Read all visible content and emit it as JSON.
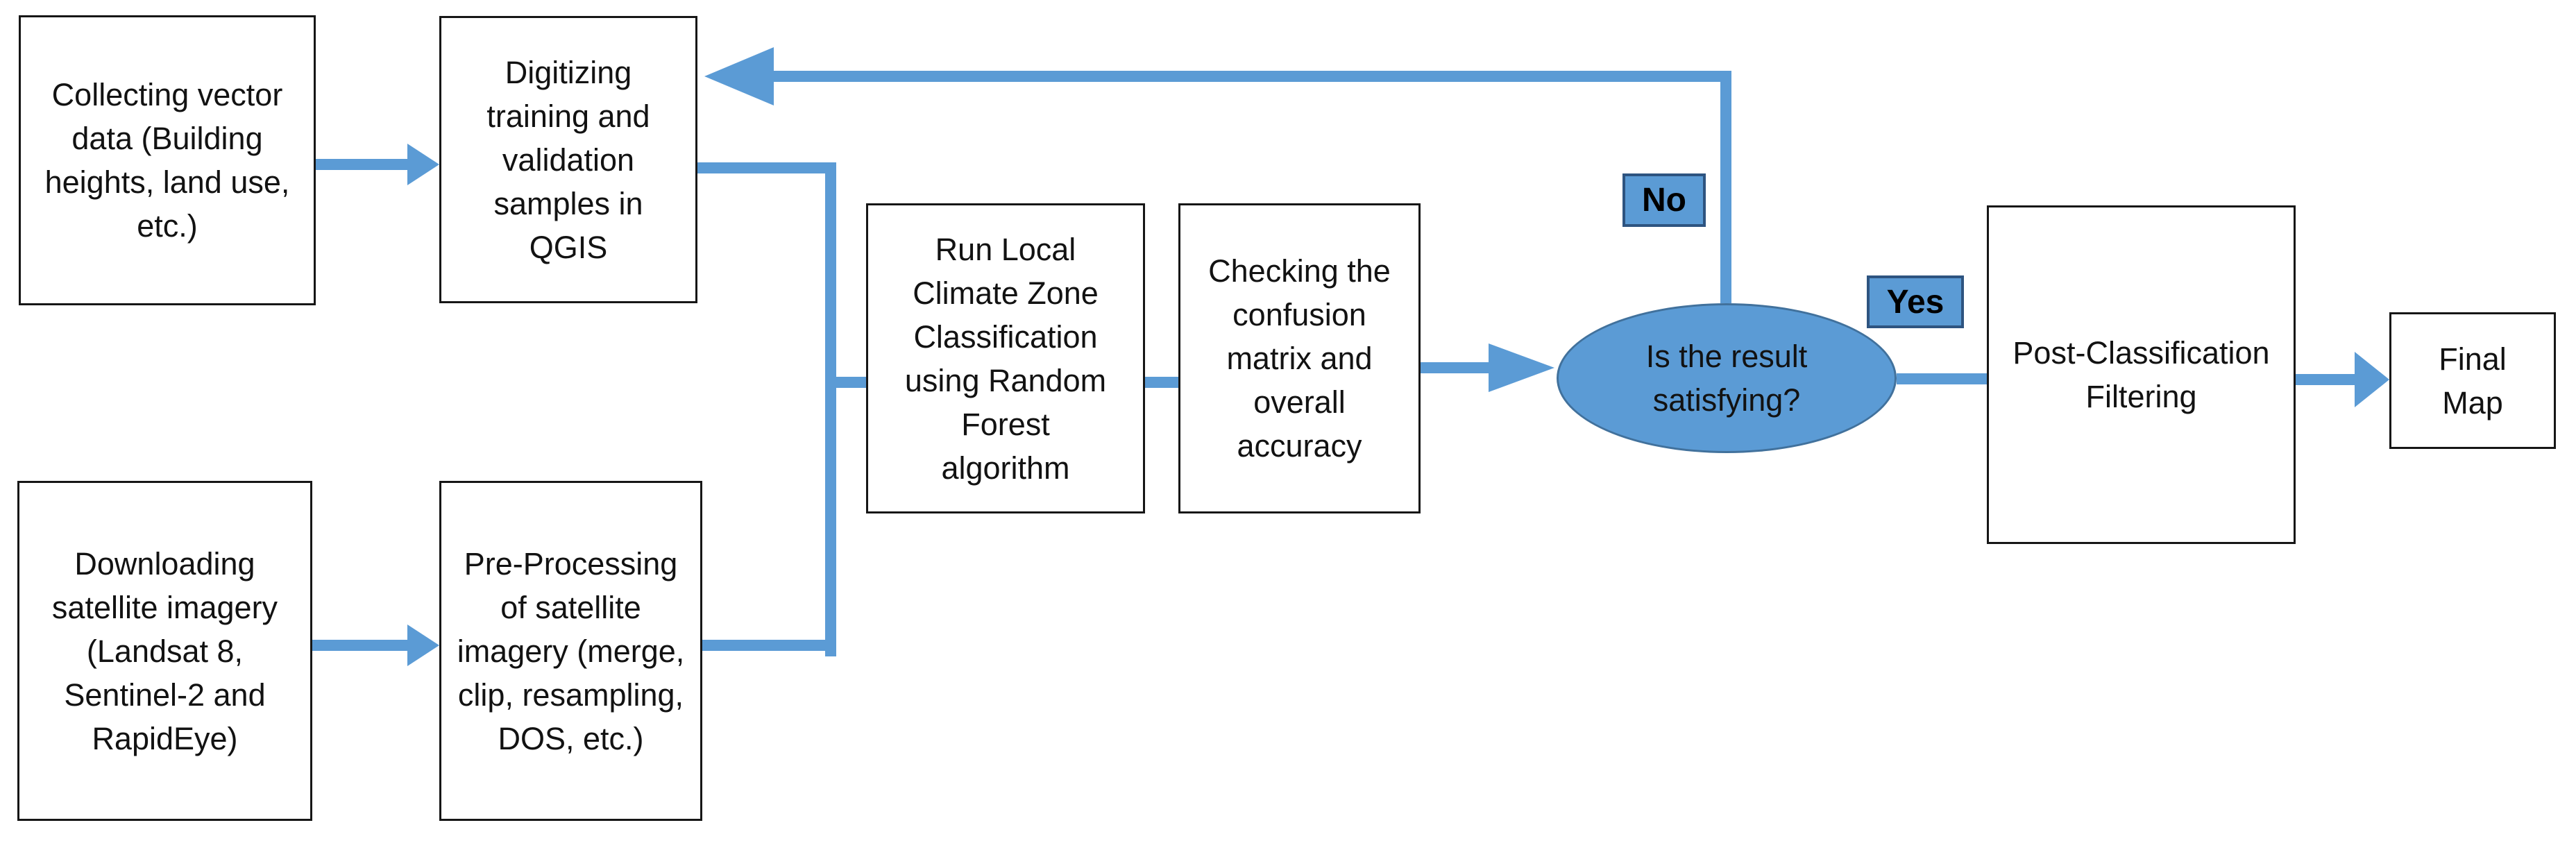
{
  "diagram": {
    "nodes": {
      "collect": {
        "label": "Collecting vector\ndata (Building\nheights, land use,\netc.)"
      },
      "digitize": {
        "label": "Digitizing\ntraining and\nvalidation\nsamples in\nQGIS"
      },
      "download": {
        "label": "Downloading\nsatellite imagery\n(Landsat 8,\nSentinel-2 and\nRapidEye)"
      },
      "preprocess": {
        "label": "Pre-Processing\nof satellite\nimagery (merge,\nclip, resampling,\nDOS, etc.)"
      },
      "run_lcz": {
        "label": "Run Local\nClimate Zone\nClassification\nusing Random\nForest\nalgorithm"
      },
      "check_accuracy": {
        "label": "Checking the\nconfusion\nmatrix and\noverall\naccuracy"
      },
      "decision": {
        "label": "Is the result\nsatisfying?"
      },
      "post_filter": {
        "label": "Post-Classification\nFiltering"
      },
      "final_map": {
        "label": "Final\nMap"
      }
    },
    "edge_labels": {
      "no": "No",
      "yes": "Yes"
    },
    "colors": {
      "connector": "#5b9bd5",
      "decision_fill": "#5b9bd5",
      "decision_border": "#41719c",
      "edge_label_fill": "#5b9bd5",
      "edge_label_border": "#2e5480",
      "box_border": "#161616",
      "box_fill": "#ffffff",
      "text": "#121212"
    }
  }
}
